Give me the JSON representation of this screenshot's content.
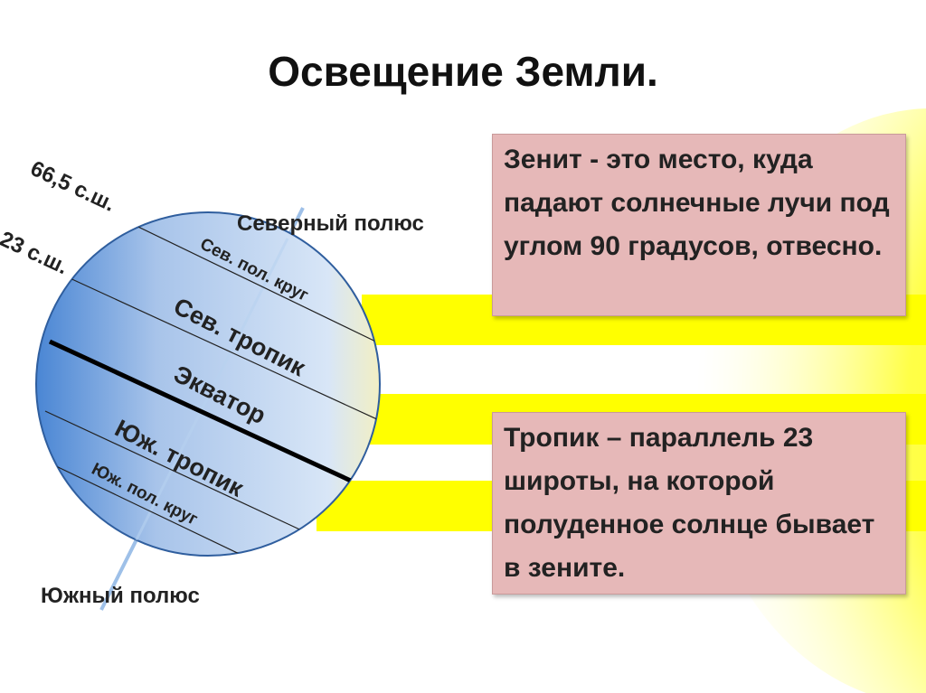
{
  "slide": {
    "title": "Освещение Земли."
  },
  "labels": {
    "north_pole": "Северный полюс",
    "south_pole": "Южный полюс",
    "lat_665": "66,5 с.ш.",
    "lat_23": "23 с.ш.",
    "arctic_circle": "Сев. пол. круг",
    "tropic_cancer": "Сев. тропик",
    "equator": "Экватор",
    "tropic_capricorn": "Юж. тропик",
    "antarctic_circle": "Юж. пол. круг"
  },
  "boxes": {
    "zenith": "Зенит - это место, куда падают солнечные лучи под углом 90 градусов, отвесно.",
    "tropic": "Тропик – параллель 23 широты, на которой полуденное солнце бывает в зените."
  },
  "colors": {
    "sun_ray": "#ffff00",
    "box_fill": "#e6b8b8",
    "globe_dark": "#4a86d4",
    "globe_light": "#d8e6f7"
  }
}
